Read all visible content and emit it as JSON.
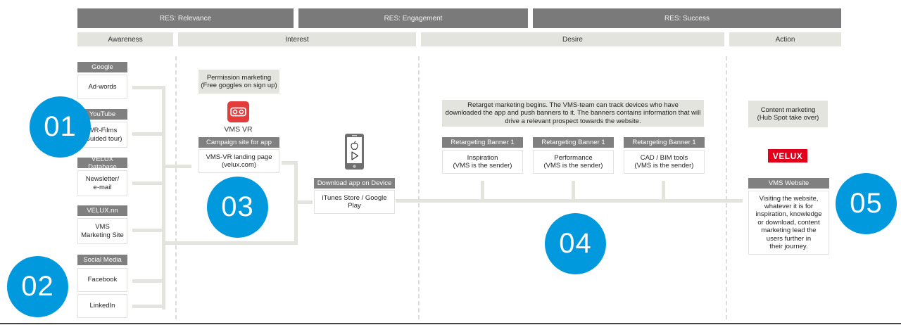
{
  "res_bars": [
    "RES: Relevance",
    "RES: Engagement",
    "RES: Success"
  ],
  "stages": [
    "Awareness",
    "Interest",
    "Desire",
    "Action"
  ],
  "awareness": {
    "groups": [
      {
        "header": "Google",
        "items": [
          "Ad-words"
        ]
      },
      {
        "header": "YouTube",
        "items": [
          "WR-Films\n(Guided tour)"
        ]
      },
      {
        "header": "VELUX Database",
        "items": [
          "Newsletter/\ne-mail"
        ]
      },
      {
        "header": "VELUX.nn",
        "items": [
          "VMS\nMarketing Site"
        ]
      },
      {
        "header": "Social Media",
        "items": [
          "Facebook",
          "LinkedIn"
        ]
      }
    ]
  },
  "interest": {
    "permission_note": "Permission marketing\n(Free goggles on sign up)",
    "vr_icon": "vr-goggles-icon",
    "vr_label": "VMS VR",
    "campaign_header": "Campaign site for app",
    "campaign_box": "VMS-VR landing page\n(velux.com)",
    "phone_icon": "smartphone-app-store-icon",
    "download_header": "Download app on Device",
    "download_box": "iTunes Store / Google Play"
  },
  "desire": {
    "note": "Retarget marketing begins. The VMS-team can track devices who have\ndownloaded the app and push banners to it. The banners contains information that will\ndrive a relevant prospect towards the website.",
    "banners": [
      {
        "header": "Retargeting Banner 1",
        "box": "Inspiration\n(VMS is the sender)"
      },
      {
        "header": "Retargeting Banner 1",
        "box": "Performance\n(VMS is the sender)"
      },
      {
        "header": "Retargeting Banner 1",
        "box": "CAD / BIM tools\n(VMS is the sender)"
      }
    ]
  },
  "action": {
    "note": "Content marketing\n(Hub Spot take over)",
    "logo": "VELUX",
    "website_header": "VMS Website",
    "website_box": "Visiting the website,\nwhatever it is for\ninspiration, knowledge\nor download, content\nmarketing lead the\nusers further in\ntheir journey."
  },
  "numbers": [
    "01",
    "02",
    "03",
    "04",
    "05"
  ],
  "colors": {
    "accent": "#0099dd",
    "header": "#808080",
    "res": "#7a7a7a",
    "stage": "#e4e4df",
    "logo": "#e2001a"
  }
}
